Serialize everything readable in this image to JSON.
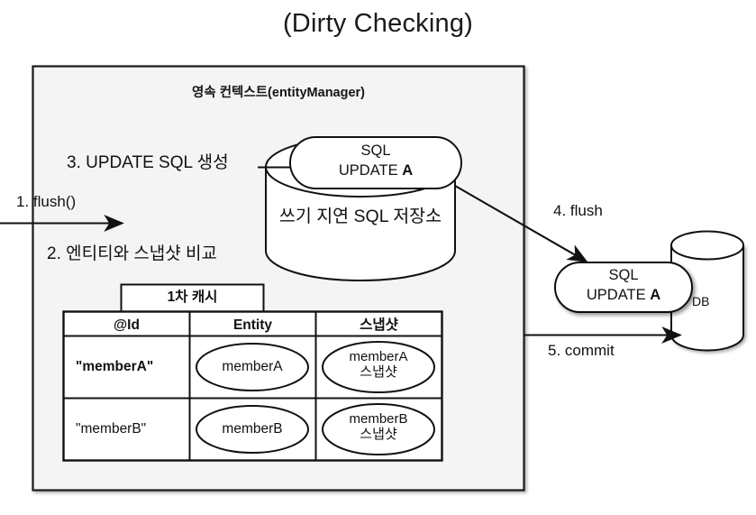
{
  "title": "(Dirty Checking)",
  "persistence_context": {
    "header": "영속 컨텍스트(entityManager)",
    "bg_color": "#f4f4f4",
    "border_color": "#1a1a1a"
  },
  "steps": [
    {
      "id": "step-1",
      "label": "1. flush()"
    },
    {
      "id": "step-2",
      "label": "2. 엔티티와 스냅샷 비교"
    },
    {
      "id": "step-3",
      "label": "3. UPDATE SQL 생성"
    },
    {
      "id": "step-4",
      "label": "4. flush"
    },
    {
      "id": "step-5",
      "label": "5. commit"
    }
  ],
  "write_behind_store": {
    "label": "쓰기 지연 SQL 저장소",
    "sql_box": {
      "line1": "SQL",
      "line2_prefix": "UPDATE ",
      "line2_entity": "A"
    }
  },
  "outbound_sql": {
    "line1": "SQL",
    "line2_prefix": "UPDATE ",
    "line2_entity": "A"
  },
  "database": {
    "label": "DB"
  },
  "first_level_cache": {
    "title": "1차 캐시",
    "columns": [
      "@Id",
      "Entity",
      "스냅샷"
    ],
    "rows": [
      {
        "id": "\"memberA\"",
        "entity": "memberA",
        "snapshot_line1": "memberA",
        "snapshot_line2": "스냅샷",
        "id_bold": true
      },
      {
        "id": "\"memberB\"",
        "entity": "memberB",
        "snapshot_line1": "memberB",
        "snapshot_line2": "스냅샷",
        "id_bold": false
      }
    ]
  },
  "colors": {
    "stroke": "#111111",
    "panel_fill": "#f4f4f4",
    "shape_fill": "#ffffff",
    "text": "#111111"
  }
}
